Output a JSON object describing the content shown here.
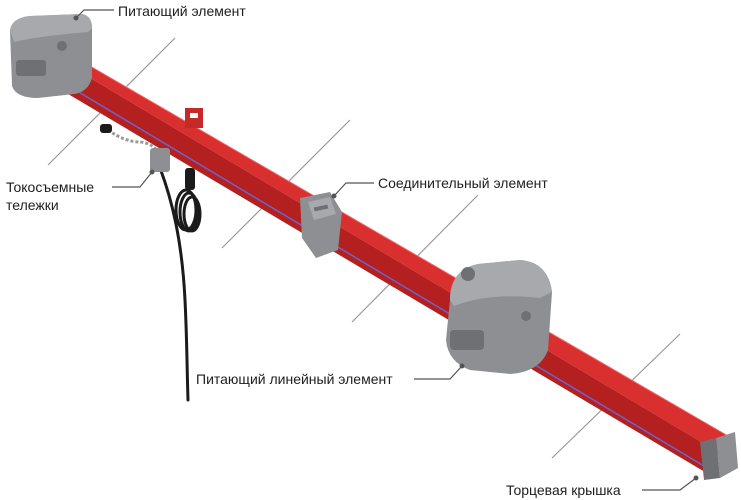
{
  "labels": {
    "feed_end": "Питающий элемент",
    "collector_line1": "Токосъемные",
    "collector_line2": "тележки",
    "joint": "Соединительный элемент",
    "feed_line": "Питающий линейный элемент",
    "end_cap": "Торцевая крышка"
  },
  "colors": {
    "rail_top": "#d9302f",
    "rail_side": "#b3201f",
    "rail_stripe": "#6f63c8",
    "housing": "#8d8f92",
    "housing_light": "#a7a9ac",
    "housing_dark": "#6e7073",
    "cable": "#1b1b1b",
    "leader": "#555555",
    "break_line": "#9a9a9a"
  }
}
